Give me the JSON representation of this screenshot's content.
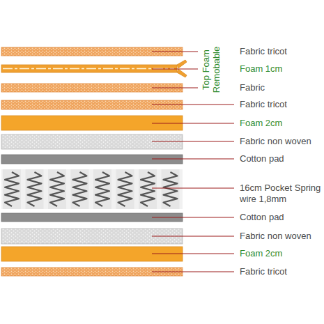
{
  "diagram": {
    "labels": [
      "Fabric tricot",
      "Foam 1cm",
      "Fabric",
      "Top Foam Remobable",
      "Fabric tricot",
      "Foam 2cm",
      "Fabric non woven",
      "Cotton pad",
      "16cm Pocket Spring wire 1,8mm",
      "Cotton pad",
      "Fabric non woven",
      "Foam 2cm",
      "Fabric tricot"
    ]
  }
}
